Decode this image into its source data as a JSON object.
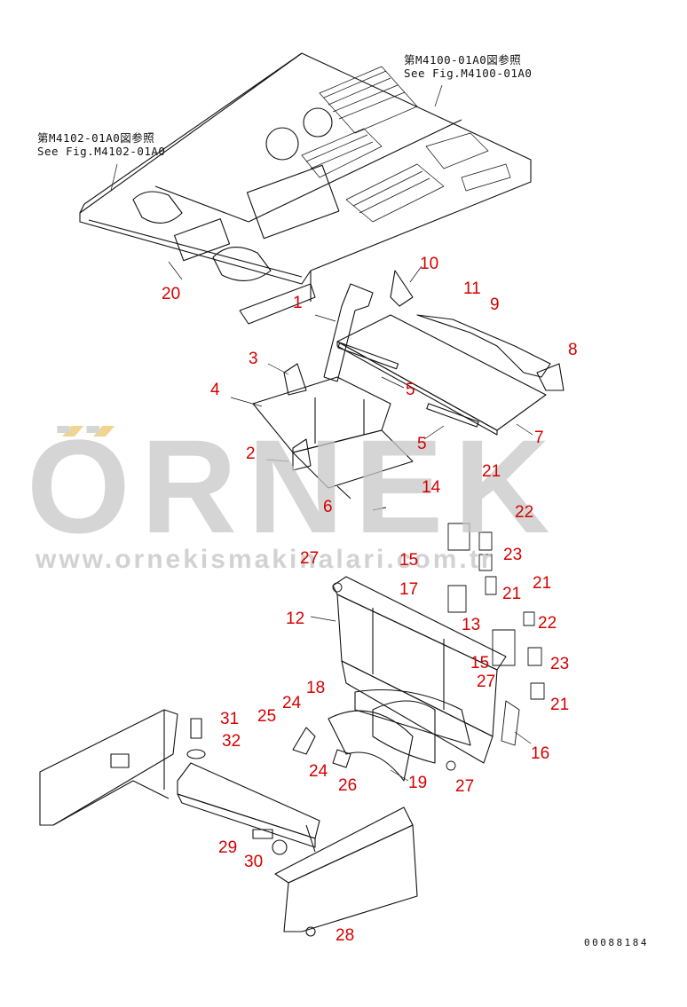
{
  "references": [
    {
      "id": "ref-right",
      "line1": "第M4100-01A0図参照",
      "line2": "See Fig.M4100-01A0"
    },
    {
      "id": "ref-left",
      "line1": "第M4102-01A0図参照",
      "line2": "See Fig.M4102-01A0"
    }
  ],
  "watermark": {
    "brand": "ÖRNEK",
    "url": "www.ornekismakinalari.com.tr",
    "color": "#c8c8c8"
  },
  "drawing_number": "00088184",
  "label_color": "#d40000",
  "parts": [
    "20",
    "1",
    "10",
    "11",
    "9",
    "8",
    "3",
    "5",
    "4",
    "7",
    "5",
    "2",
    "14",
    "21",
    "6",
    "22",
    "27",
    "15",
    "23",
    "17",
    "21",
    "12",
    "13",
    "21",
    "22",
    "15",
    "23",
    "27",
    "18",
    "31",
    "24",
    "25",
    "21",
    "32",
    "16",
    "24",
    "26",
    "19",
    "27",
    "29",
    "30",
    "28"
  ]
}
